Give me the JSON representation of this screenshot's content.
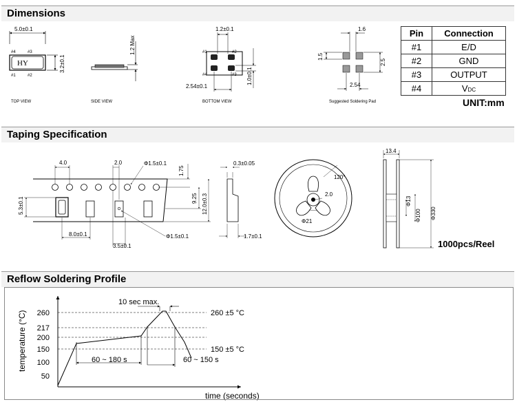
{
  "sections": {
    "dimensions": "Dimensions",
    "taping": "Taping Specification",
    "reflow": "Reflow Soldering Profile"
  },
  "dimensions": {
    "top_view": {
      "caption": "TOP VIEW",
      "width": "5.0±0.1",
      "height": "3.2±0.1",
      "marking": "HY",
      "pins": [
        "#4",
        "#3",
        "#1",
        "#2"
      ]
    },
    "side_view": {
      "caption": "SIDE VIEW",
      "max_height": "1.2 Max"
    },
    "bottom_view": {
      "caption": "BOTTOM VIEW",
      "pad_width": "1.2±0.1",
      "pad_height": "1.0±0.1",
      "pitch": "2.54±0.1",
      "pins": [
        "#1",
        "#2",
        "#4",
        "#3"
      ]
    },
    "solder_pad": {
      "caption": "Suggested Soldering Pad",
      "w": "1.6",
      "h": "1.5",
      "vpitch": "2.5",
      "hpitch": "2.54"
    },
    "pin_table": {
      "headers": [
        "Pin",
        "Connection"
      ],
      "rows": [
        {
          "pin": "#1",
          "conn": "E/D"
        },
        {
          "pin": "#2",
          "conn": "GND"
        },
        {
          "pin": "#3",
          "conn": "OUTPUT"
        },
        {
          "pin": "#4",
          "conn_main": "V",
          "conn_sub": "DC"
        }
      ]
    },
    "unit": "UNIT:mm"
  },
  "taping": {
    "hole_pitch": "4.0",
    "hole_offset": "2.0",
    "hole_dia": "Φ1.5±0.1",
    "d175": "1.75",
    "d925": "9.25",
    "tape_width": "12.0±0.3",
    "pocket_h": "5.3±0.1",
    "pocket_pitch": "8.0±0.1",
    "d35": "3.5±0.1",
    "hole_dia2": "Φ1.5±0.1",
    "thickness": "0.3±0.05",
    "depth": "1.7±0.1",
    "reel_angle": "120°",
    "reel_d20": "2.0",
    "reel_hub": "Φ21",
    "reel_w": "13.4",
    "reel_d13": "Φ13",
    "reel_d100": "Φ100",
    "reel_d330": "Φ330",
    "qty": "1000pcs/Reel"
  },
  "reflow": {
    "y_label": "temperature (°C)",
    "x_label": "time (seconds)",
    "y_ticks": [
      "260",
      "217",
      "200",
      "150",
      "100",
      "50"
    ],
    "peak_time": "10 sec max.",
    "peak_temp": "260 ±5 °C",
    "preheat_temp": "150 ±5 °C",
    "preheat_time": "60 ~ 180 s",
    "liquid_time": "60 ~ 150 s"
  }
}
